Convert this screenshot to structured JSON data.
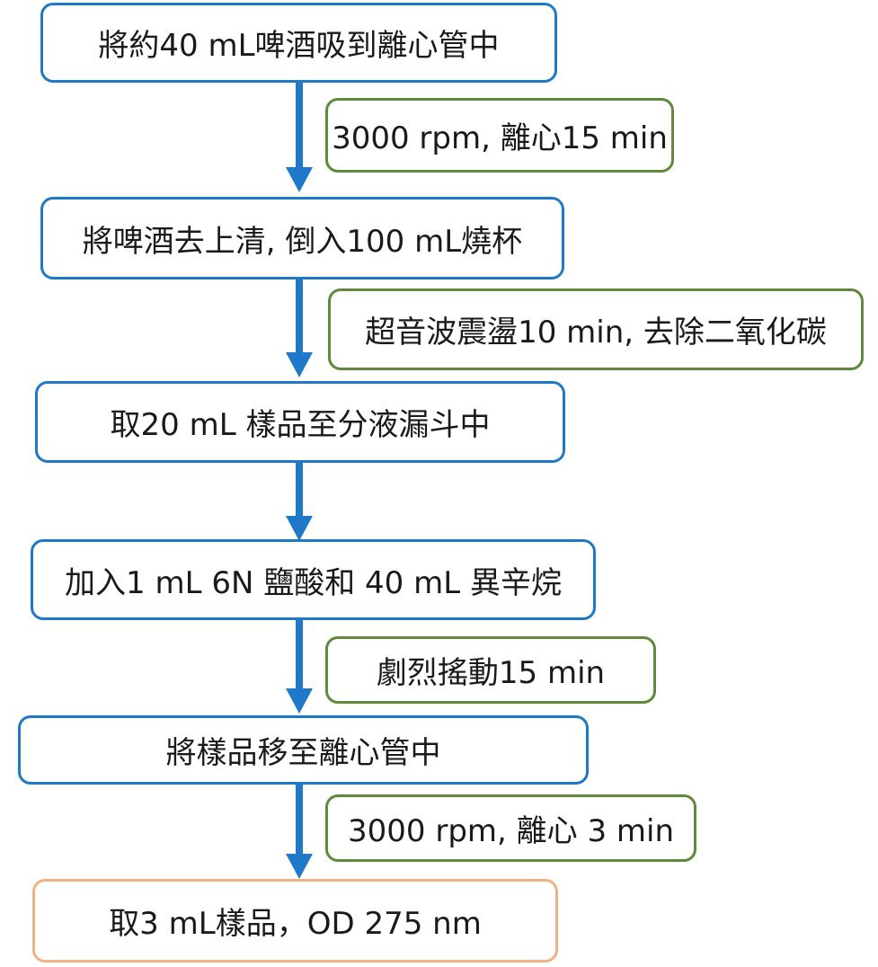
{
  "steps": [
    {
      "label": "將約40 mL啤酒吸到離心管中"
    },
    {
      "label": "將啤酒去上清, 倒入100 mL燒杯"
    },
    {
      "label": "取20 mL 樣品至分液漏斗中"
    },
    {
      "label": "加入1 mL 6N 鹽酸和 40 mL 異辛烷"
    },
    {
      "label": "將樣品移至離心管中"
    },
    {
      "label": "取3 mL樣品，OD 275 nm"
    }
  ],
  "conditions": [
    {
      "label": "3000 rpm, 離心15 min"
    },
    {
      "label": "超音波震盪10 min, 去除二氧化碳"
    },
    {
      "label": "劇烈搖動15 min"
    },
    {
      "label": "3000 rpm, 離心 3 min"
    }
  ],
  "colors": {
    "step_border": "#1f78c8",
    "condition_border": "#5f8a3a",
    "final_border": "#f0b183",
    "arrow": "#1f78c8"
  }
}
